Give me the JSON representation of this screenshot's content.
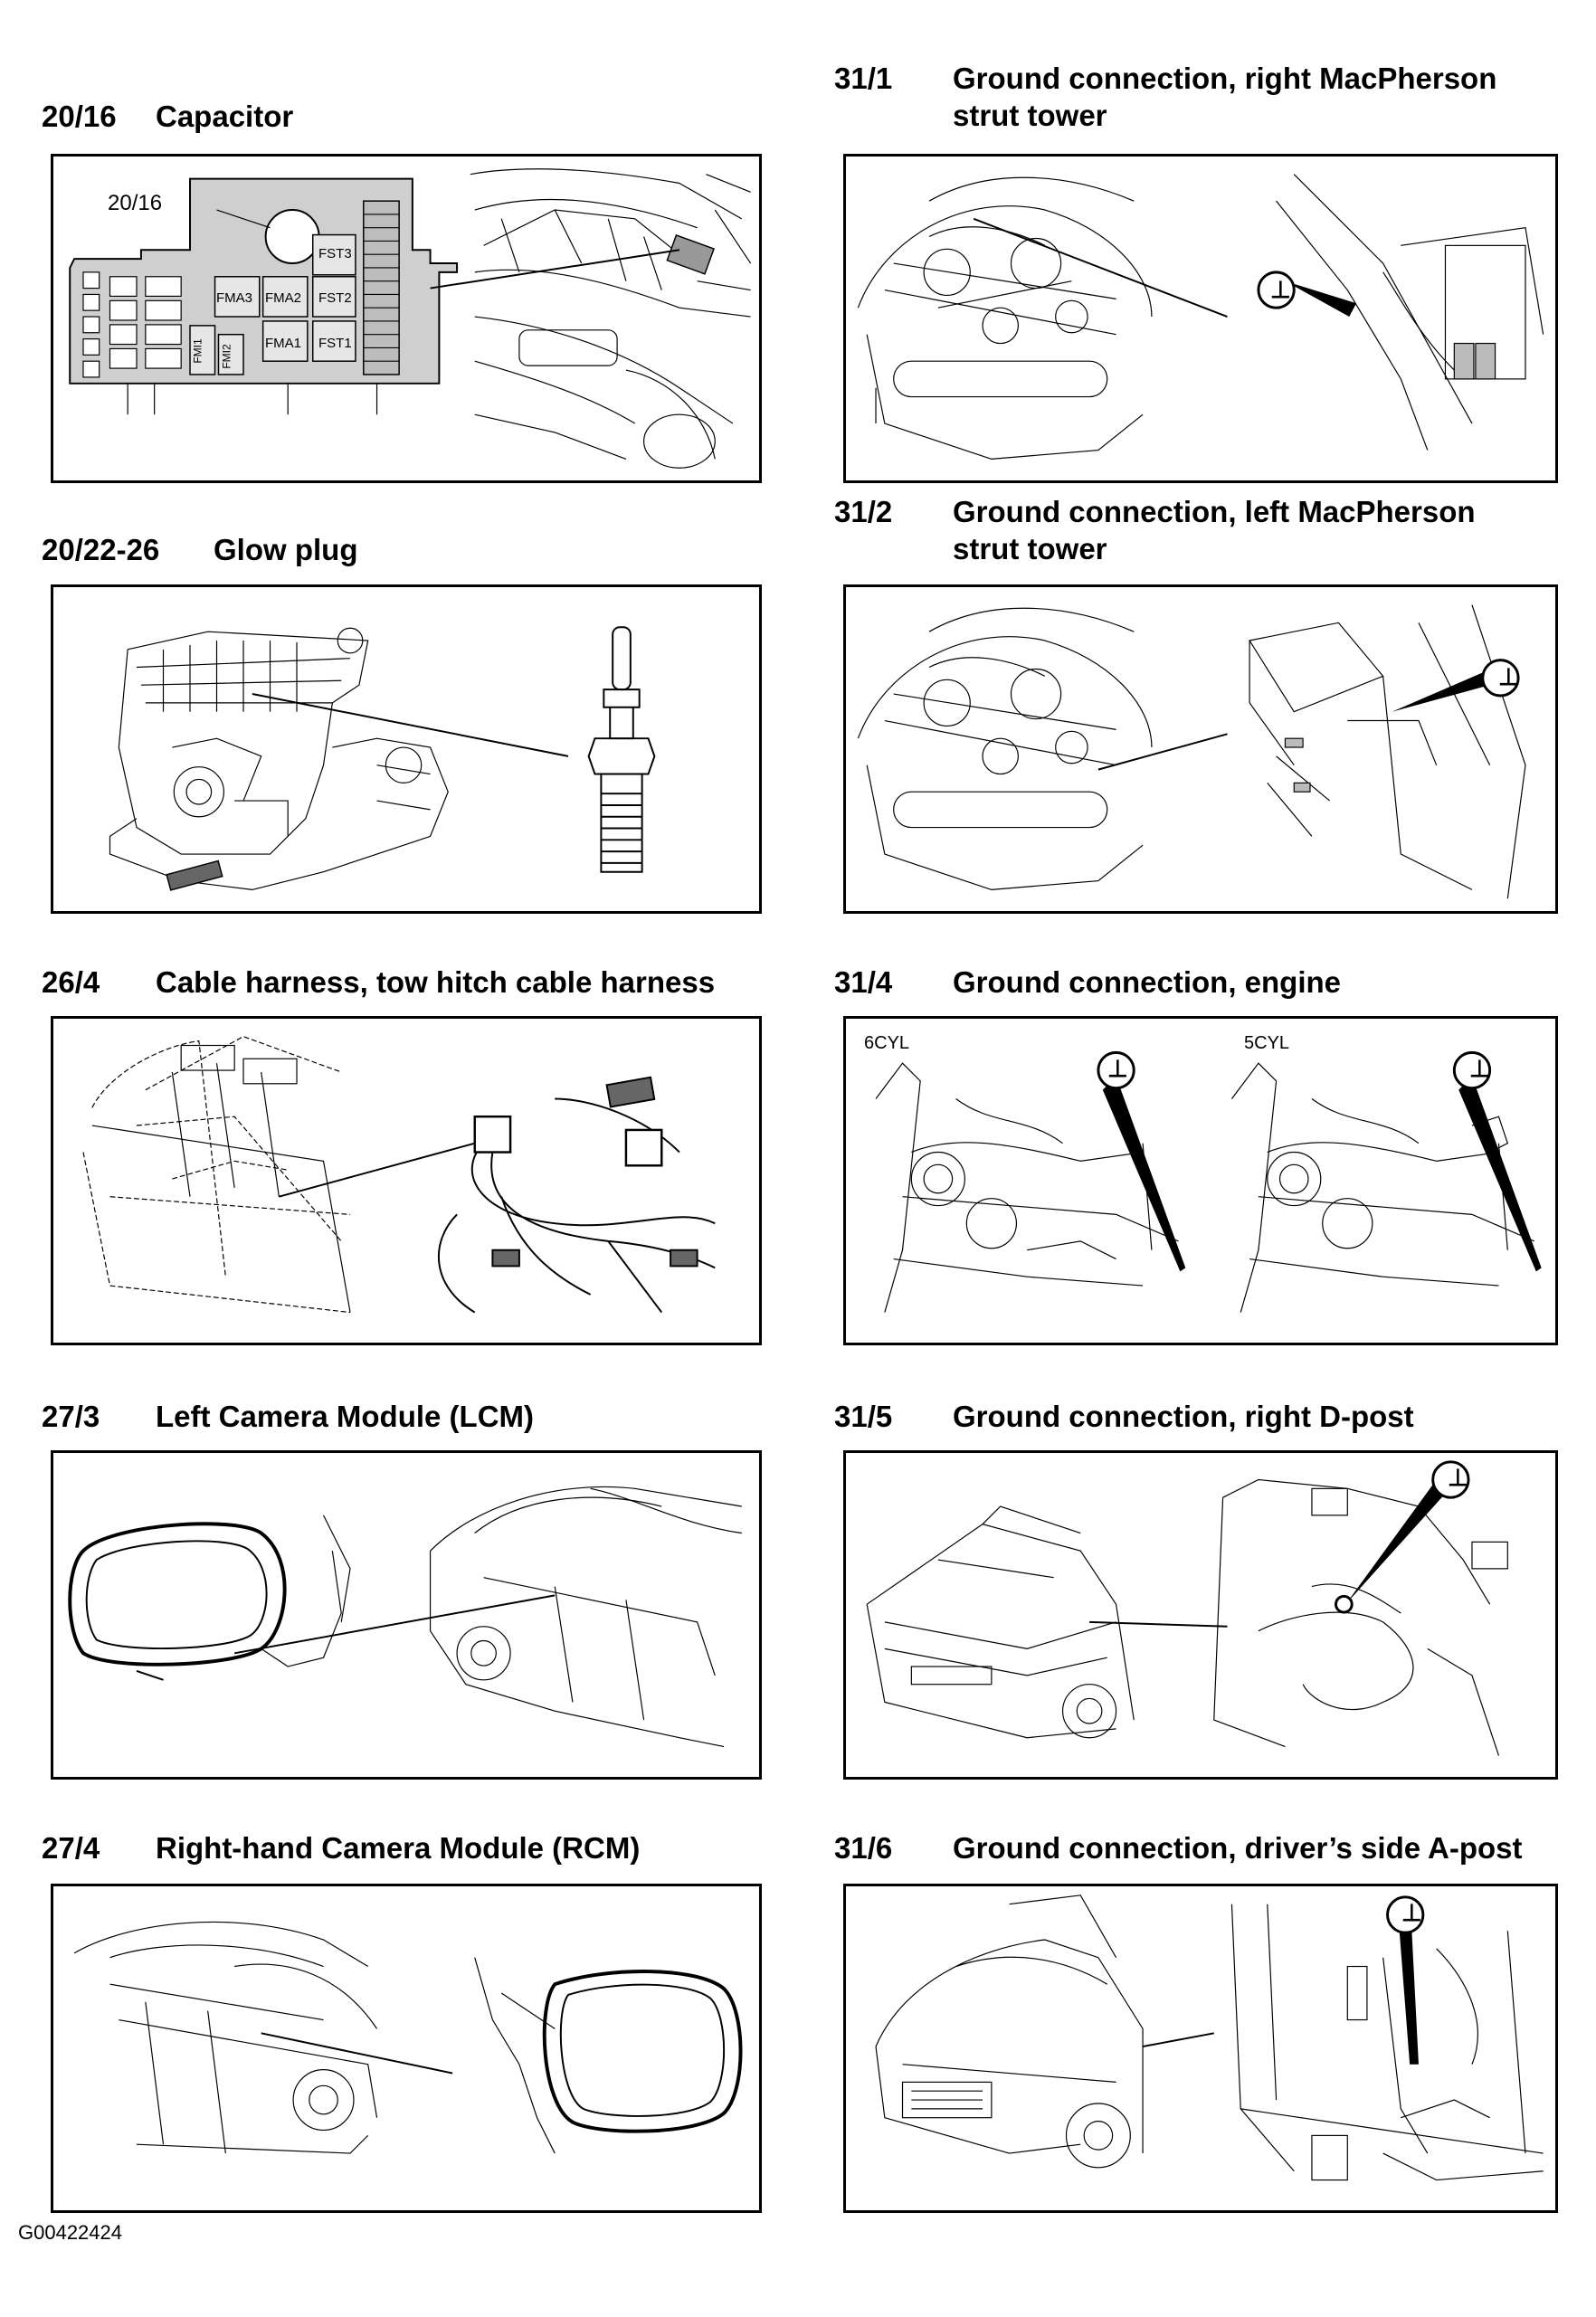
{
  "left_column": [
    {
      "code": "20/16",
      "title": "Capacitor",
      "inline_label": "20/16",
      "fuse_labels": [
        "FST3",
        "FMA3",
        "FMA2",
        "FST2",
        "FMA1",
        "FST1",
        "FMI1",
        "FMI2"
      ]
    },
    {
      "code": "20/22-26",
      "title": "Glow plug"
    },
    {
      "code": "26/4",
      "title": "Cable harness, tow hitch cable harness"
    },
    {
      "code": "27/3",
      "title": "Left Camera Module (LCM)"
    },
    {
      "code": "27/4",
      "title": "Right-hand Camera Module (RCM)"
    }
  ],
  "right_column": [
    {
      "code": "31/1",
      "title_line1": "Ground connection, right MacPherson",
      "title_line2": "strut tower"
    },
    {
      "code": "31/2",
      "title_line1": "Ground connection, left MacPherson",
      "title_line2": "strut tower"
    },
    {
      "code": "31/4",
      "title": "Ground connection, engine",
      "label_left": "6CYL",
      "label_right": "5CYL"
    },
    {
      "code": "31/5",
      "title": "Ground connection, right D-post"
    },
    {
      "code": "31/6",
      "title": "Ground connection, driver’s side A-post"
    }
  ],
  "ground_symbol": "⊥",
  "footer_id": "G00422424"
}
